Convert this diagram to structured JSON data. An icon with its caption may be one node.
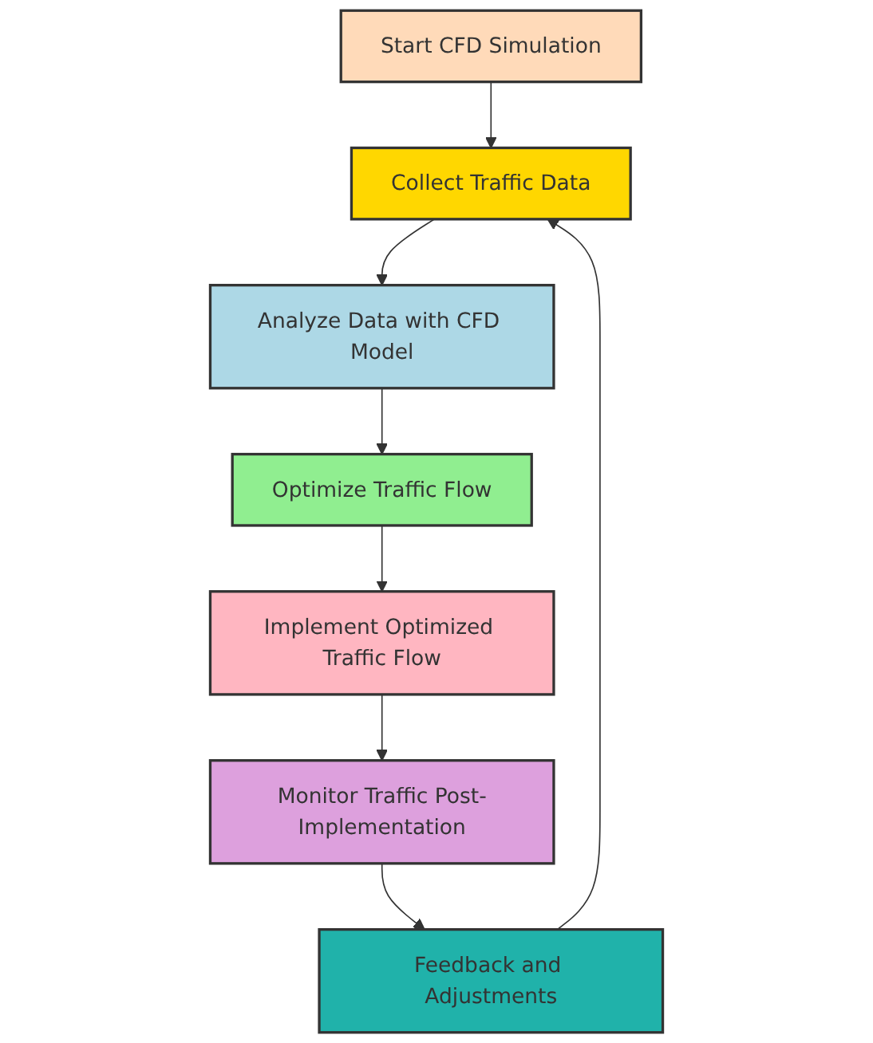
{
  "diagram": {
    "nodes": [
      {
        "text": [
          "Start CFD Simulation"
        ]
      },
      {
        "text": [
          "Collect Traffic Data"
        ]
      },
      {
        "text": [
          "Analyze Data with CFD Model"
        ]
      },
      {
        "text": [
          "Optimize Traffic Flow"
        ]
      },
      {
        "text": [
          "Implement Optimized Traffic Flow"
        ]
      },
      {
        "text": [
          "Monitor Traffic Post-Implementation"
        ]
      },
      {
        "text": [
          "Feedback and Adjustments"
        ]
      }
    ],
    "edges": [
      {
        "from": 0,
        "to": 1,
        "arrow": "to"
      },
      {
        "from": 1,
        "to": 2,
        "arrow": "to"
      },
      {
        "from": 2,
        "to": 3,
        "arrow": "to"
      },
      {
        "from": 3,
        "to": 4,
        "arrow": "to"
      },
      {
        "from": 4,
        "to": 5,
        "arrow": "to"
      },
      {
        "from": 5,
        "to": 6,
        "arrow": "to"
      },
      {
        "from": 6,
        "to": 1,
        "arrow": "to"
      }
    ]
  }
}
